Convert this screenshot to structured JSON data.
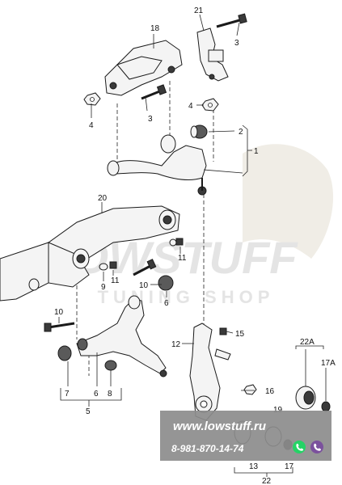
{
  "watermark": {
    "brand": "LOWSTUFF",
    "tagline": "TUNING SHOP"
  },
  "badge": {
    "url": "www.lowstuff.ru",
    "phone": "8-981-870-14-74",
    "icons": [
      "whatsapp-icon",
      "viber-icon"
    ],
    "colors": {
      "whatsapp": "#25d366",
      "viber": "#7b519d",
      "box": "#8c8c8c"
    }
  },
  "callouts": {
    "n1": "1",
    "n2": "2",
    "n3a": "3",
    "n3b": "3",
    "n4a": "4",
    "n4b": "4",
    "n5": "5",
    "n6a": "6",
    "n6b": "6",
    "n7": "7",
    "n8": "8",
    "n9": "9",
    "n10a": "10",
    "n10b": "10",
    "n11a": "11",
    "n11b": "11",
    "n12": "12",
    "n13": "13",
    "n15": "15",
    "n16": "16",
    "n17": "17",
    "n17a": "17A",
    "n18": "18",
    "n19": "19",
    "n20": "20",
    "n21": "21",
    "n22a": "22A",
    "n22b": "22"
  }
}
